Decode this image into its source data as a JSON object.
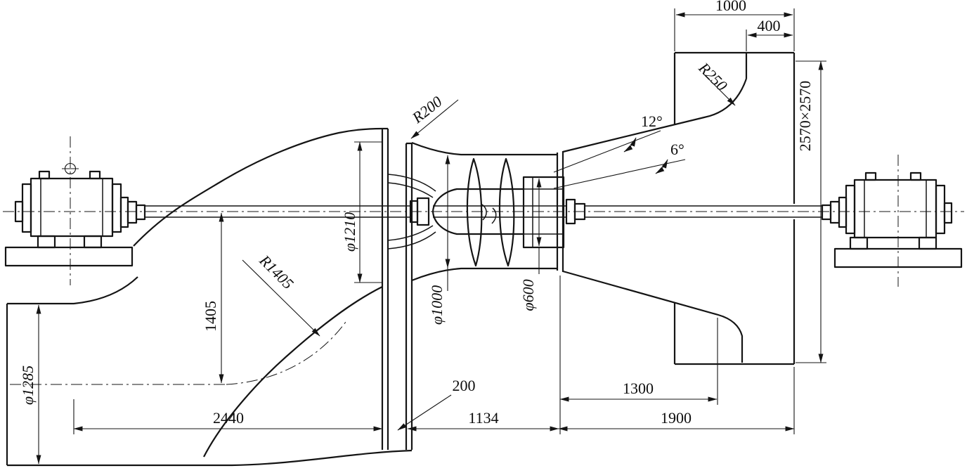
{
  "dims": {
    "top_width": "1000",
    "top_opening": "400",
    "r_top": "R250",
    "angle_outer": "12°",
    "angle_inner": "6°",
    "column_section": "2570×2570",
    "r_inlet": "R200",
    "d_inlet": "φ1210",
    "d_runner": "φ1000",
    "d_hub": "φ600",
    "axis_offset": "1405",
    "r_bend": "R1405",
    "d_pipe": "φ1285",
    "l_intake": "2440",
    "wall_gap": "200",
    "l_pump": "1134",
    "l_outlet_floor": "1300",
    "l_discharge": "1900"
  },
  "colors": {
    "line": "#141414",
    "background": "#ffffff"
  }
}
